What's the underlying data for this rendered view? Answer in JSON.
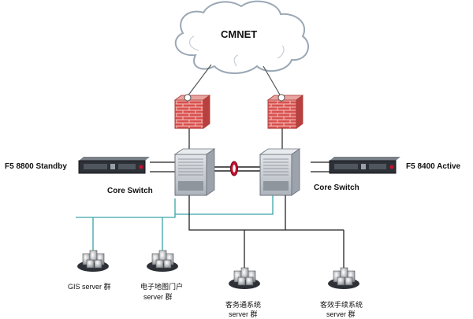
{
  "diagram": {
    "cloud_label": "CMNET",
    "left_load_balancer_label": "F5 8800 Standby",
    "right_load_balancer_label": "F5 8400 Active",
    "left_switch_label": "Core Switch",
    "right_switch_label": "Core Switch",
    "server_groups": [
      {
        "line1": "GIS server 群",
        "line2": ""
      },
      {
        "line1": "电子地图门户",
        "line2": "server 群"
      },
      {
        "line1": "客务通系统",
        "line2": "server 群"
      },
      {
        "line1": "客效手续系统",
        "line2": "server 群"
      }
    ],
    "colors": {
      "cloud_fill": "#ffffff",
      "cloud_stroke": "#9aa7b5",
      "firewall_brick": "#d9504e",
      "firewall_mortar": "#f3c4c0",
      "switch_fill": "#c7ccd3",
      "device_dark": "#2d3137",
      "teal_link": "#3aa4a9",
      "link_black": "#222222",
      "stack_ring": "#c8102e"
    },
    "icons": {
      "cloud": "cloud-icon",
      "firewall": "firewall-icon",
      "switch": "switch-icon",
      "load_balancer": "load-balancer-icon",
      "server_group": "server-group-icon"
    }
  }
}
